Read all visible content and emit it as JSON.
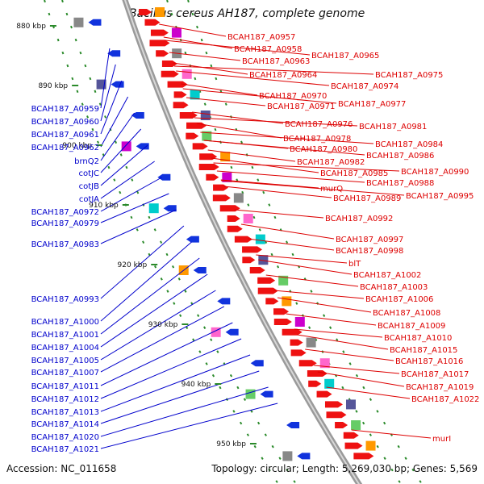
{
  "title": "Bacillus cereus AH187, complete genome",
  "footer": {
    "accession": "Accession: NC_011658",
    "topology": "Topology: circular; Length: 5,269,030 bp; Genes: 5,569"
  },
  "colors": {
    "backbone": "#9a9a9a",
    "left_labels": "#0000cc",
    "right_labels": "#dd0000",
    "tick": "#2a8a2a",
    "forward_genes": "#ee1111",
    "reverse_genes": "#1133dd"
  },
  "kbp_ticks": [
    "880 kbp",
    "890 kbp",
    "900 kbp",
    "910 kbp",
    "920 kbp",
    "930 kbp",
    "940 kbp",
    "950 kbp"
  ],
  "left_labels": [
    "BCAH187_A0959",
    "BCAH187_A0960",
    "BCAH187_A0961",
    "BCAH187_A0962",
    "brnQ2",
    "cotJC",
    "cotJB",
    "cotJA",
    "BCAH187_A0972",
    "BCAH187_A0979",
    "BCAH187_A0983",
    "BCAH187_A0993",
    "BCAH187_A1000",
    "BCAH187_A1001",
    "BCAH187_A1004",
    "BCAH187_A1005",
    "BCAH187_A1007",
    "BCAH187_A1011",
    "BCAH187_A1012",
    "BCAH187_A1013",
    "BCAH187_A1014",
    "BCAH187_A1020",
    "BCAH187_A1021"
  ],
  "right_labels": [
    "BCAH187_A0957",
    "BCAH187_A0958",
    "BCAH187_A0963",
    "BCAH187_A0965",
    "BCAH187_A0964",
    "BCAH187_A0975",
    "BCAH187_A0974",
    "BCAH187_A0970",
    "BCAH187_A0971",
    "BCAH187_A0977",
    "BCAH187_A0976",
    "BCAH187_A0981",
    "BCAH187_A0978",
    "BCAH187_A0984",
    "BCAH187_A0980",
    "BCAH187_A0986",
    "BCAH187_A0982",
    "BCAH187_A0990",
    "BCAH187_A0985",
    "BCAH187_A0988",
    "murQ",
    "BCAH187_A0995",
    "BCAH187_A0989",
    "BCAH187_A0992",
    "BCAH187_A0997",
    "BCAH187_A0998",
    "blT",
    "BCAH187_A1002",
    "BCAH187_A1003",
    "BCAH187_A1006",
    "BCAH187_A1008",
    "BCAH187_A1009",
    "BCAH187_A1010",
    "BCAH187_A1015",
    "BCAH187_A1016",
    "BCAH187_A1017",
    "BCAH187_A1019",
    "BCAH187_A1022",
    "murI"
  ]
}
